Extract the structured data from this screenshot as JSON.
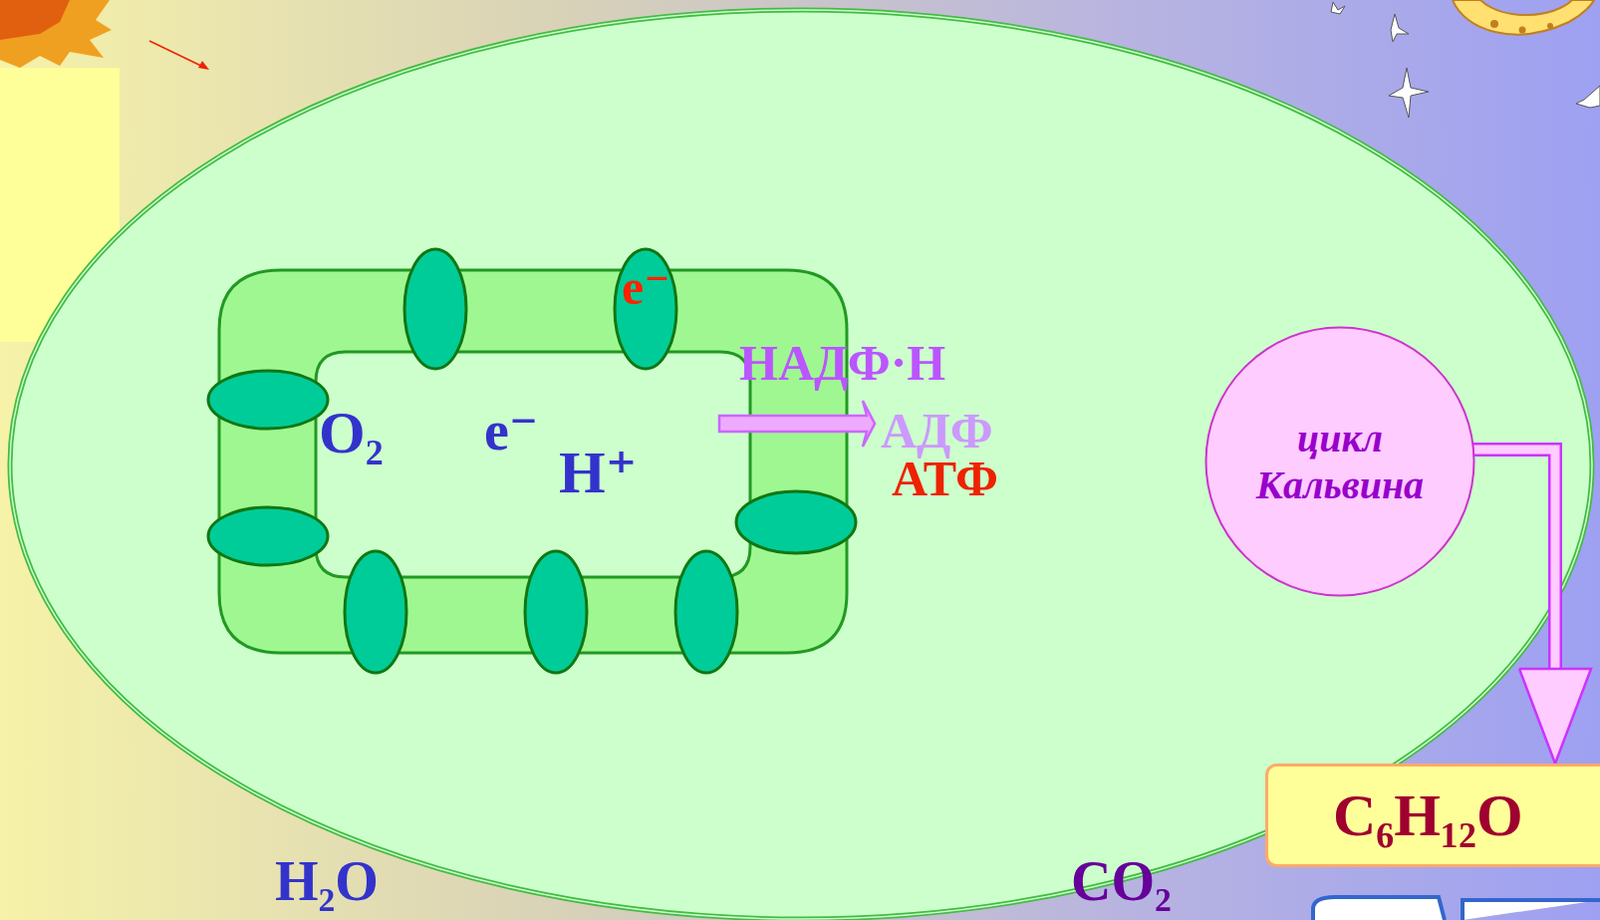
{
  "diagram": {
    "nodes": [
      {
        "text": [
          "цикл Кальвина"
        ]
      },
      {
        "text": [
          "C₆H₁₂O"
        ]
      }
    ],
    "edges": [
      {
        "from": 0,
        "to": 1,
        "arrow": "to"
      }
    ],
    "labels": [
      "e⁻",
      "O₂",
      "e⁻",
      "H⁺",
      "НАДФ·Н",
      "АДФ",
      "АТФ",
      "H₂O",
      "CO₂"
    ]
  }
}
